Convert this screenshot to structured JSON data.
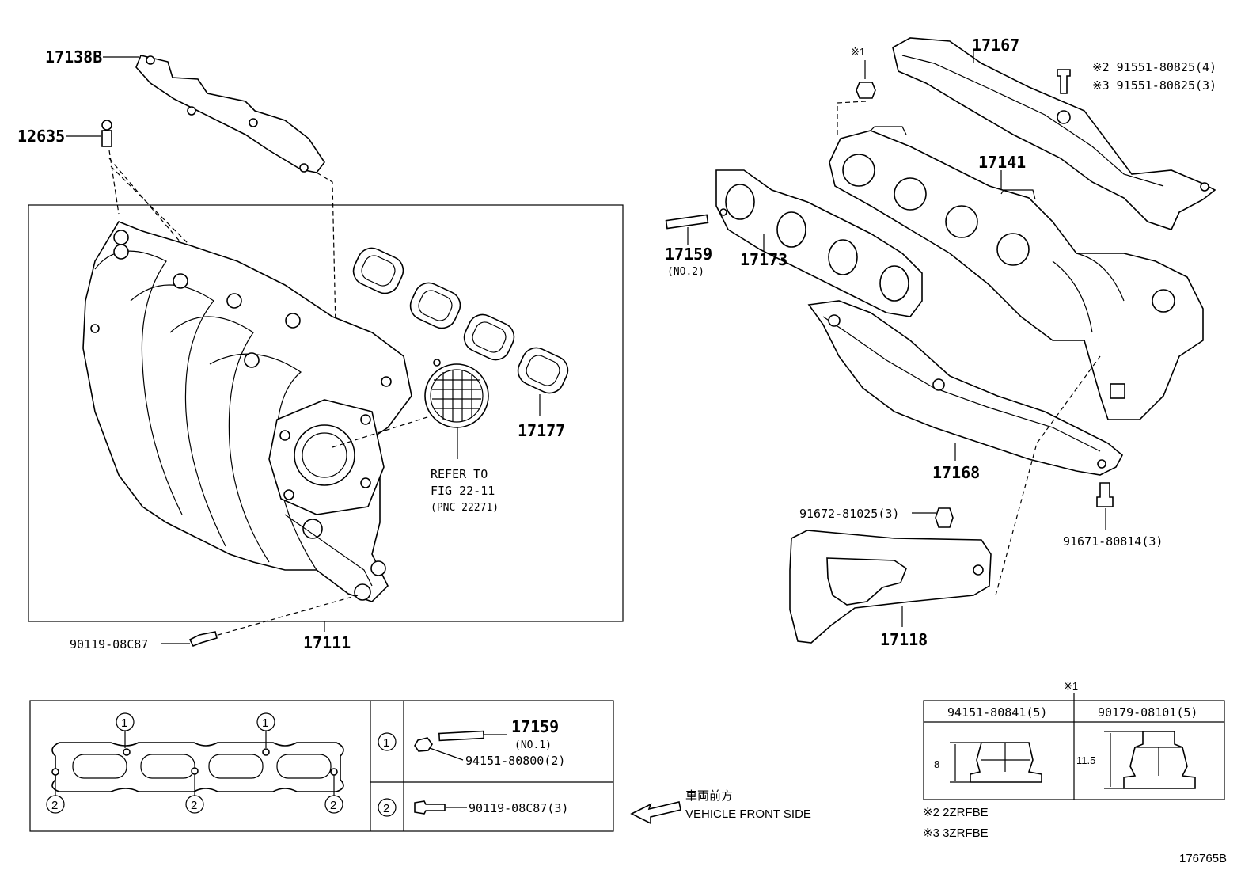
{
  "diagram": {
    "labels": {
      "p17138B": "17138B",
      "p12635": "12635",
      "p17111": "17111",
      "p90119_08C87": "90119-08C87",
      "p17177": "17177",
      "refer_1": "REFER TO",
      "refer_2": "FIG 22-11",
      "refer_3": "(PNC 22271)",
      "p17159": "17159",
      "p17159_no2": "(NO.2)",
      "p17173": "17173",
      "p17167": "17167",
      "p17141": "17141",
      "p17168": "17168",
      "p17118": "17118",
      "p91672": "91672-81025(3)",
      "p91671": "91671-80814(3)",
      "note1_mark": "※1",
      "note2_line": "※2 91551-80825(4)",
      "note3_line": "※3 91551-80825(3)"
    },
    "gasket_table": {
      "row1_num": "1",
      "row1_stud": "17159",
      "row1_stud_no": "(NO.1)",
      "row1_nut": "94151-80800(2)",
      "row2_num": "2",
      "row2_bolt": "90119-08C87(3)",
      "callout_1": "1",
      "callout_2": "2"
    },
    "direction": {
      "japanese": "車両前方",
      "english": "VEHICLE FRONT SIDE"
    },
    "nut_table": {
      "mark": "※1",
      "col1_header": "94151-80841(5)",
      "col2_header": "90179-08101(5)",
      "col1_dim": "8",
      "col2_dim": "11.5"
    },
    "engine_notes": {
      "n2": "※2 2ZRFBE",
      "n3": "※3 3ZRFBE"
    },
    "figure_id": "176765B"
  }
}
